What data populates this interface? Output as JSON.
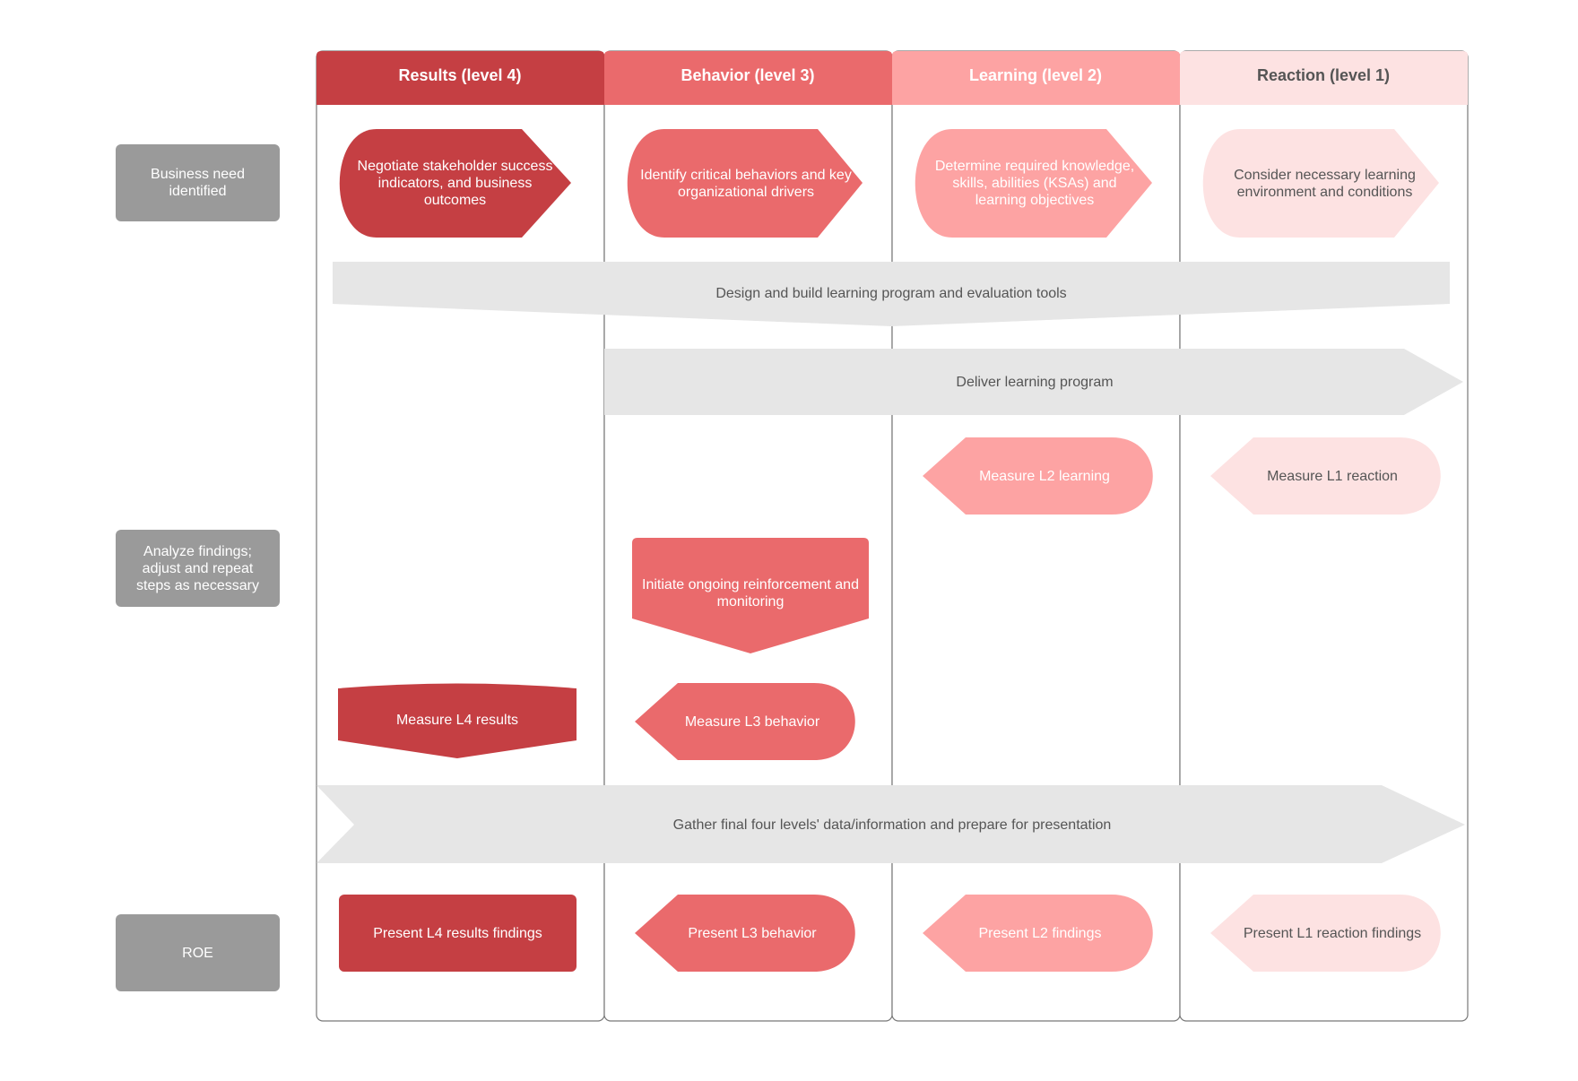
{
  "colors": {
    "level4": "#c53f43",
    "level3": "#ea6a6c",
    "level2": "#fda3a3",
    "level1": "#fde2e2",
    "side": "#9a9a9a",
    "band": "#e6e6e6",
    "lane_border": "#777777",
    "text_light": "#ffffff",
    "text_dark": "#555555"
  },
  "lanes": [
    {
      "title": "Results (level 4)"
    },
    {
      "title": "Behavior (level 3)"
    },
    {
      "title": "Learning (level 2)"
    },
    {
      "title": "Reaction (level 1)"
    }
  ],
  "side_labels": [
    "Business need identified",
    "Analyze findings; adjust and repeat steps as necessary",
    "ROE"
  ],
  "shapes": {
    "negotiate": "Negotiate stakeholder success indicators, and business outcomes",
    "identify": "Identify critical behaviors and key organizational drivers",
    "determine": "Determine required knowledge, skills, abilities (KSAs) and learning objectives",
    "consider": "Consider necessary learning environment and conditions",
    "measure_l2": "Measure L2 learning",
    "measure_l1": "Measure L1 reaction",
    "initiate": "Initiate ongoing reinforcement and monitoring",
    "measure_l4": "Measure L4 results",
    "measure_l3": "Measure L3 behavior",
    "present_l4": "Present L4 results findings",
    "present_l3": "Present L3 behavior",
    "present_l2": "Present L2 findings",
    "present_l1": "Present L1 reaction findings"
  },
  "bands": {
    "design": "Design and build learning program and evaluation tools",
    "deliver": "Deliver learning program",
    "gather": "Gather final four levels' data/information and prepare for presentation"
  }
}
